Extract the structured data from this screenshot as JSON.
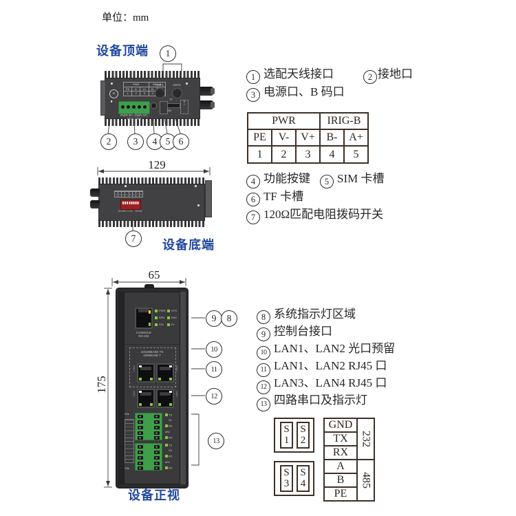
{
  "page": {
    "unit_label": "单位：mm"
  },
  "views": {
    "top_label": "设备顶端",
    "bottom_label": "设备底端",
    "front_label": "设备正视"
  },
  "dimensions": {
    "bottom_width": "129",
    "front_width": "65",
    "front_height": "175"
  },
  "annotations": [
    {
      "num": "1",
      "text": "选配天线接口"
    },
    {
      "num": "2",
      "text": "接地口"
    },
    {
      "num": "3",
      "text": "电源口、B 码口"
    },
    {
      "num": "4",
      "text": "功能按键"
    },
    {
      "num": "5",
      "text": "SIM 卡槽"
    },
    {
      "num": "6",
      "text": "TF 卡槽"
    },
    {
      "num": "7",
      "text": "120Ω匹配电阻拨码开关"
    },
    {
      "num": "8",
      "text": "系统指示灯区域"
    },
    {
      "num": "9",
      "text": "控制台接口"
    },
    {
      "num": "10",
      "text": "LAN1、LAN2 光口预留"
    },
    {
      "num": "11",
      "text": "LAN1、LAN2 RJ45 口"
    },
    {
      "num": "12",
      "text": "LAN3、LAN4 RJ45 口"
    },
    {
      "num": "13",
      "text": "四路串口及指示灯"
    }
  ],
  "pwr_table": {
    "group1": "PWR",
    "group2": "IRIG-B",
    "pins": [
      "PE",
      "V-",
      "V+",
      "B-",
      "A+"
    ],
    "nums": [
      "1",
      "2",
      "3",
      "4",
      "5"
    ]
  },
  "top_device": {
    "ant1": "ANT1",
    "ant2": "ANT2",
    "power_line1": "PWR IN:12/36V DC",
    "power_line2": "MAX:15W",
    "tf": "TF",
    "sim": "SIM",
    "mini_table": {
      "g1": "PWR",
      "g2": "IRIG-B",
      "pins": [
        "PE",
        "V-",
        "V+",
        "B-",
        "A+"
      ],
      "nums": [
        "1",
        "2",
        "3",
        "4",
        "5"
      ]
    }
  },
  "bottom_device": {
    "dip_nums": [
      "1",
      "2",
      "3",
      "4",
      "5",
      "6",
      "7",
      "8"
    ],
    "dip_caption": "RS485 COM TERM"
  },
  "front_device": {
    "console_line1": "CONSOLE",
    "console_line2": "RS-232",
    "led_labels": [
      [
        "PWR",
        "SYS"
      ],
      [
        "WRL",
        "ENC"
      ],
      [
        "SIG",
        "F1"
      ]
    ],
    "eth_line1": "10/100BASE TX",
    "eth_line2": "1000BASE T",
    "lan1": "LAN1",
    "lan2": "LAN2",
    "lan3": "LAN3",
    "lan4": "LAN4",
    "serial_left_top": "S1",
    "serial_left_bottom": "S3",
    "serial_right_top": [
      "TX",
      "S1",
      "RX",
      "S2",
      "RX"
    ],
    "serial_right_bottom": [
      "TX",
      "S3",
      "RX",
      "S4",
      "RX"
    ]
  },
  "serial_table": {
    "s_cells": [
      {
        "t": "S",
        "b": "1"
      },
      {
        "t": "S",
        "b": "2"
      },
      {
        "t": "S",
        "b": "3"
      },
      {
        "t": "S",
        "b": "4"
      }
    ],
    "rows": [
      "GND",
      "TX",
      "RX",
      "A",
      "B",
      "PE"
    ],
    "rot_top": "232",
    "rot_bottom": "485"
  },
  "colors": {
    "accent_blue": "#2248a0",
    "terminal_green": "#3f9e4a",
    "dip_red": "#9c2020",
    "led_green": "#8dc63f"
  }
}
